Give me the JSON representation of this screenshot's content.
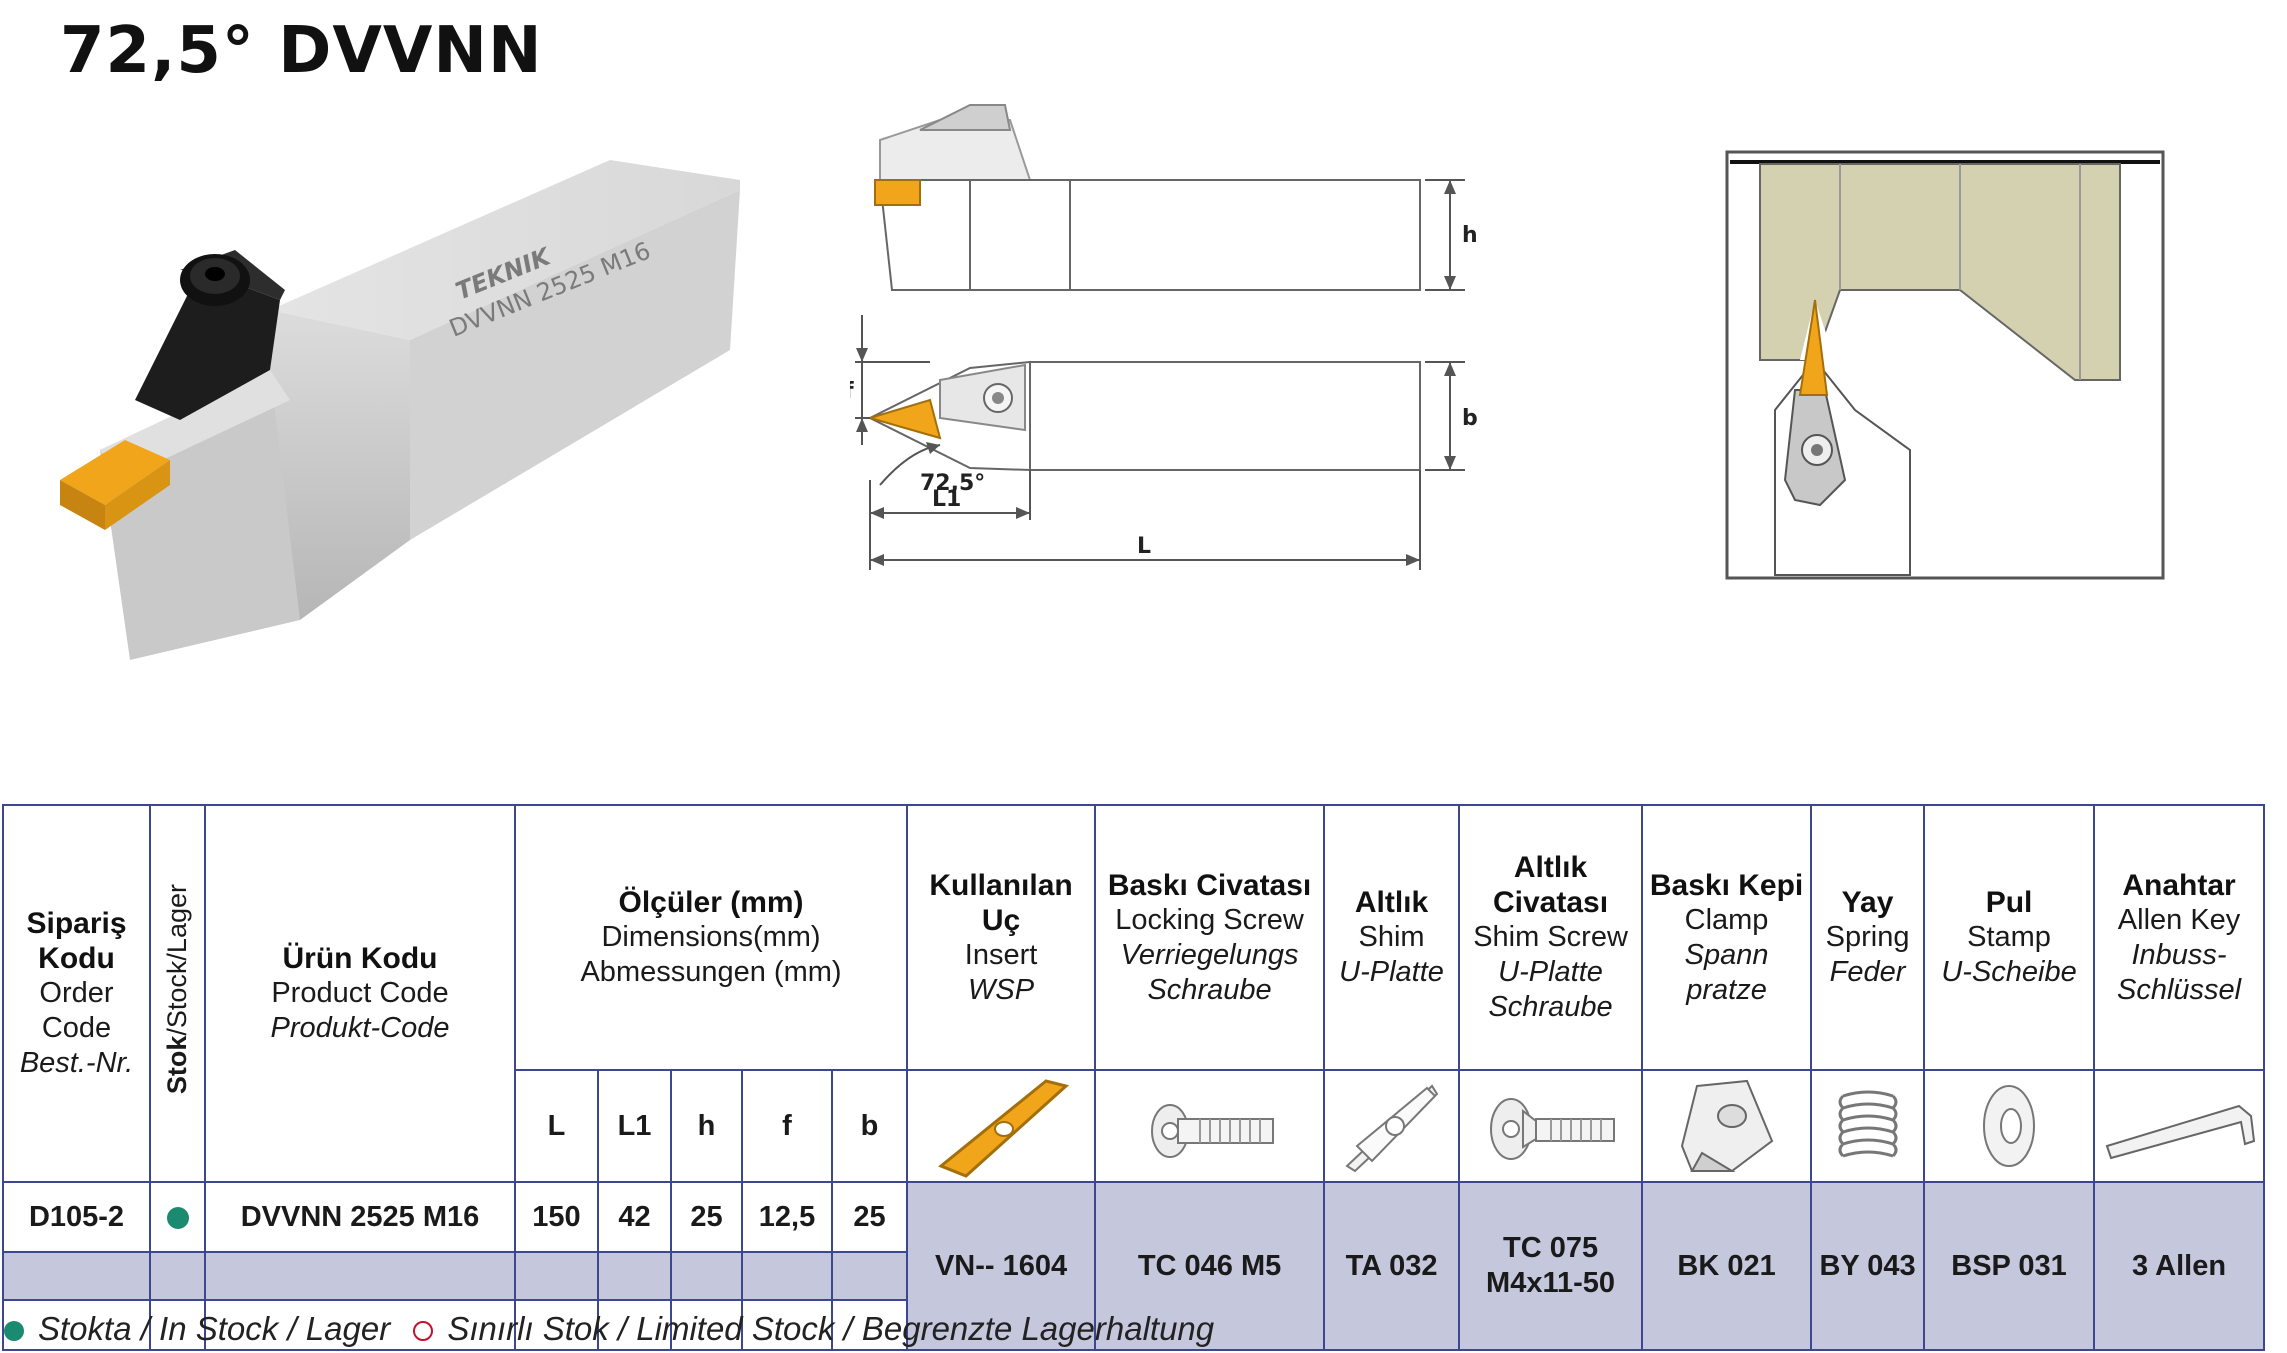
{
  "title": "72,5° DVVNN",
  "photo": {
    "brand": "TEKNIK",
    "engraving": "DVVNN 2525 M16"
  },
  "drawing": {
    "labels": {
      "h": "h",
      "b": "b",
      "f": "f",
      "L": "L",
      "L1": "L1",
      "angle": "72,5°"
    }
  },
  "table": {
    "headers": {
      "order_code": {
        "bold": "Sipariş Kodu",
        "en": "Order Code",
        "de": "Best.-Nr."
      },
      "stock": {
        "bold": "Stok",
        "rest": "/Stock/Lager"
      },
      "product_code": {
        "bold": "Ürün Kodu",
        "en": "Product Code",
        "de": "Produkt-Code"
      },
      "dimensions": {
        "bold": "Ölçüler (mm)",
        "en": "Dimensions(mm)",
        "de": "Abmessungen (mm)"
      },
      "insert": {
        "bold": "Kullanılan Uç",
        "en": "Insert",
        "de": "WSP"
      },
      "locking_screw": {
        "bold": "Baskı Civatası",
        "en": "Locking Screw",
        "de": "Verriegelungs Schraube"
      },
      "shim": {
        "bold": "Altlık",
        "en": "Shim",
        "de": "U-Platte"
      },
      "shim_screw": {
        "bold": "Altlık Civatası",
        "en": "Shim Screw",
        "de": "U-Platte Schraube"
      },
      "clamp": {
        "bold": "Baskı Kepi",
        "en": "Clamp",
        "de": "Spann pratze"
      },
      "spring": {
        "bold": "Yay",
        "en": "Spring",
        "de": "Feder"
      },
      "stamp": {
        "bold": "Pul",
        "en": "Stamp",
        "de": "U-Scheibe"
      },
      "allen_key": {
        "bold": "Anahtar",
        "en": "Allen Key",
        "de": "Inbuss-Schlüssel"
      }
    },
    "dim_letters": [
      "L",
      "L1",
      "h",
      "f",
      "b"
    ],
    "rows": [
      {
        "order_code": "D105-2",
        "stock": "in-stock",
        "product_code": "DVVNN 2525 M16",
        "L": "150",
        "L1": "42",
        "h": "25",
        "f": "12,5",
        "b": "25"
      }
    ],
    "parts": {
      "insert": "VN-- 1604",
      "locking_screw": "TC 046 M5",
      "shim": "TA 032",
      "shim_screw": "TC 075 M4x11-50",
      "clamp": "BK 021",
      "spring": "BY 043",
      "stamp": "BSP 031",
      "allen_key": "3 Allen"
    }
  },
  "legend": {
    "in_stock": "Stokta / In Stock / Lager",
    "limited": "Sınırlı Stok / Limited Stock / Begrenzte Lagerhaltung"
  },
  "colors": {
    "border": "#3d4790",
    "shade": "#c5c7dd",
    "stock_green": "#1a8a70",
    "dim_red": "#c8102e",
    "insert_gold": "#e8a418"
  }
}
